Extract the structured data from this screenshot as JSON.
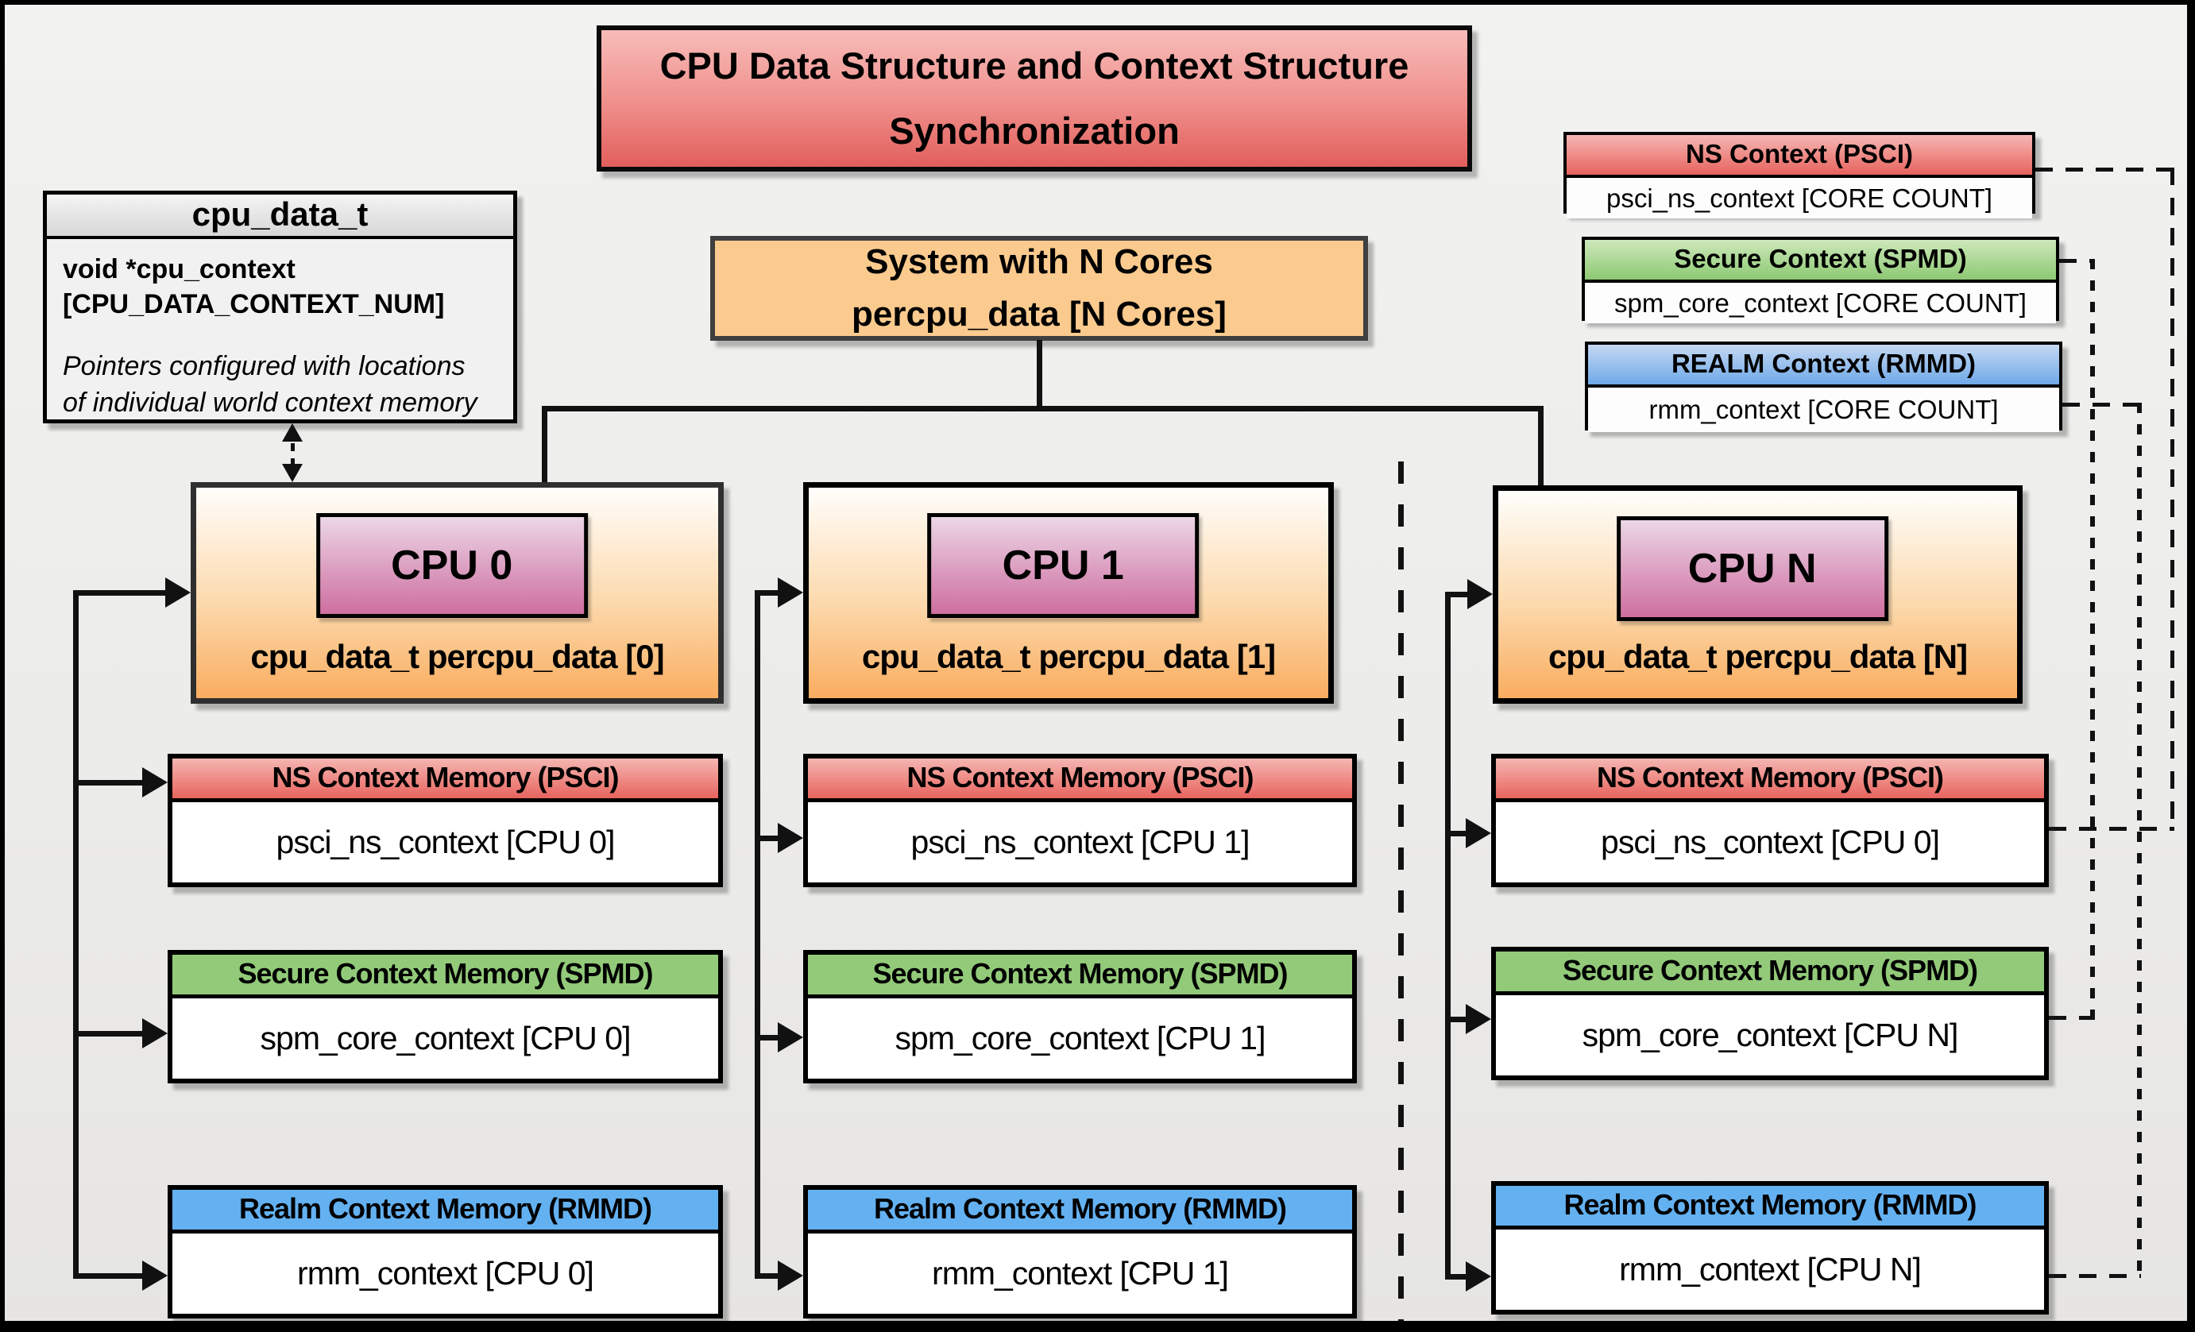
{
  "title": {
    "line1": "CPU Data Structure and Context Structure",
    "line2": "Synchronization"
  },
  "cpu_data_t_box": {
    "header": "cpu_data_t",
    "field_line1": "void  *cpu_context",
    "field_line2": "[CPU_DATA_CONTEXT_NUM]",
    "note_line1": "Pointers configured with locations",
    "note_line2": "of individual world context memory"
  },
  "system_box": {
    "line1": "System with N Cores",
    "line2": "percpu_data [N Cores]"
  },
  "legend": {
    "ns": {
      "header": "NS Context  (PSCI)",
      "body": "psci_ns_context [CORE COUNT]"
    },
    "secure": {
      "header": "Secure Context (SPMD)",
      "body": "spm_core_context [CORE COUNT]"
    },
    "realm": {
      "header": "REALM Context (RMMD)",
      "body": "rmm_context [CORE COUNT]"
    }
  },
  "cpus": [
    {
      "label": "CPU 0",
      "data_label": "cpu_data_t percpu_data [0]",
      "ns": {
        "header": "NS Context Memory (PSCI)",
        "body": "psci_ns_context [CPU 0]"
      },
      "secure": {
        "header": "Secure Context Memory (SPMD)",
        "body": "spm_core_context [CPU 0]"
      },
      "realm": {
        "header": "Realm Context Memory (RMMD)",
        "body": "rmm_context [CPU 0]"
      }
    },
    {
      "label": "CPU 1",
      "data_label": "cpu_data_t percpu_data [1]",
      "ns": {
        "header": "NS Context Memory (PSCI)",
        "body": "psci_ns_context [CPU 1]"
      },
      "secure": {
        "header": "Secure Context Memory (SPMD)",
        "body": "spm_core_context [CPU 1]"
      },
      "realm": {
        "header": "Realm Context Memory (RMMD)",
        "body": "rmm_context [CPU 1]"
      }
    },
    {
      "label": "CPU N",
      "data_label": "cpu_data_t percpu_data [N]",
      "ns": {
        "header": "NS Context Memory (PSCI)",
        "body": "psci_ns_context [CPU 0]"
      },
      "secure": {
        "header": "Secure Context Memory (SPMD)",
        "body": "spm_core_context [CPU N]"
      },
      "realm": {
        "header": "Realm Context Memory (RMMD)",
        "body": "rmm_context [CPU N]"
      }
    }
  ],
  "colors": {
    "title_gradient_top": "#f7bcb9",
    "title_gradient_bottom": "#e25f5c",
    "system_fill": "#fbca8e",
    "cpu_box_gradient_bottom": "#f9ad60",
    "cpu_label_gradient_bottom": "#cf6fa0",
    "ns_header": "#e8645e",
    "secure_header": "#92ca79",
    "realm_header": "#64b1f1",
    "struct_header_gray": "#d7d7d7",
    "line": "#111111",
    "background": "#ececea"
  }
}
